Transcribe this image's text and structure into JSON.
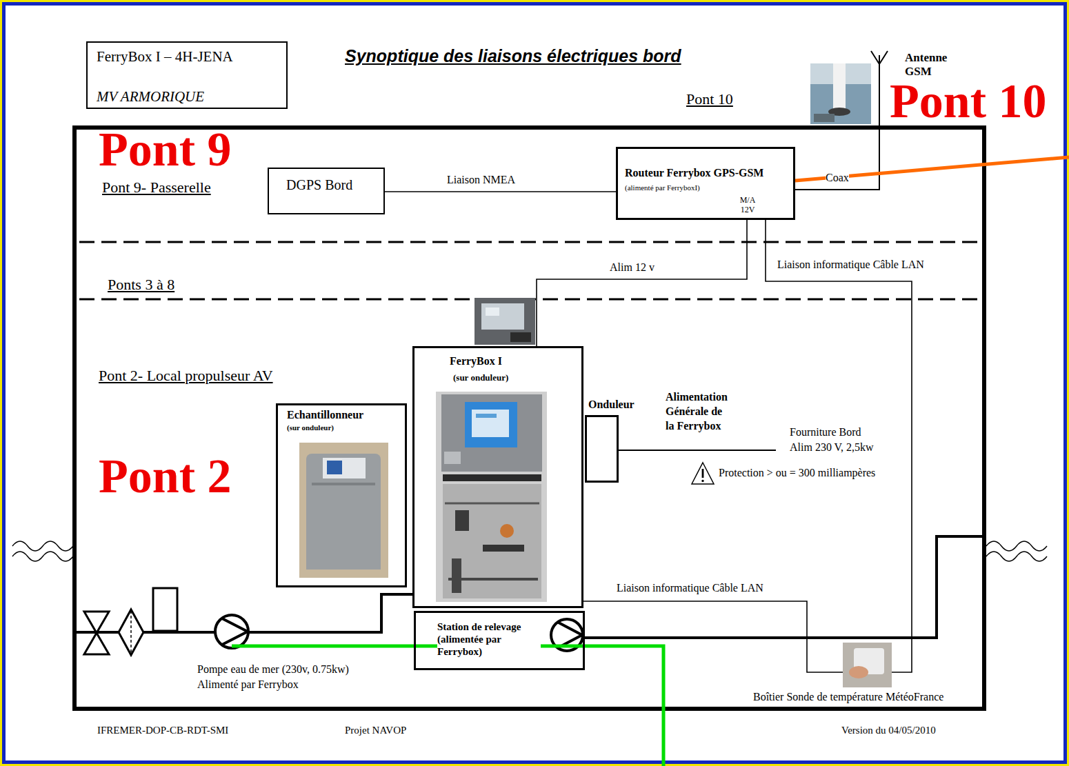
{
  "diagram": {
    "title": "Synoptique des liaisons électriques bord",
    "nodes": [
      {
        "text": [
          "FerryBox I – 4H-JENA",
          "MV ARMORIQUE"
        ]
      },
      {
        "text": [
          "DGPS Bord"
        ]
      },
      {
        "text": [
          "Routeur Ferrybox GPS-GSM",
          "(alimenté par FerryboxI)",
          "M/A 12V"
        ]
      },
      {
        "text": [
          "FerryBox I",
          "(sur onduleur)"
        ]
      },
      {
        "text": [
          "Echantillonneur",
          "(sur onduleur)"
        ]
      },
      {
        "text": [
          "Onduleur"
        ]
      },
      {
        "text": [
          "Station de relevage (alimentée par Ferrybox)"
        ]
      },
      {
        "text": [
          "Boîtier Sonde de température MétéoFrance"
        ]
      }
    ],
    "edges": [
      {
        "from": 1,
        "to": 2,
        "label": "Liaison NMEA",
        "arrow": "none"
      },
      {
        "from": 2,
        "to": 3,
        "label": "Alim 12 v",
        "arrow": "none"
      },
      {
        "from": 2,
        "to": 7,
        "label": "Liaison informatique Câble LAN",
        "arrow": "none"
      },
      {
        "from": 3,
        "to": 7,
        "label": "Liaison informatique Câble LAN",
        "arrow": "none"
      }
    ],
    "labels": [
      "Pont 10",
      "Antenne GSM",
      "Pont 10",
      "Pont 9",
      "Pont 9- Passerelle",
      "Coax",
      "Ponts 3 à 8",
      "Pont 2- Local propulseur AV",
      "Pont 2",
      "Alimentation Générale de la Ferrybox",
      "Fourniture Bord Alim 230 V, 2,5kw",
      "Protection > ou = 300 milliampères",
      "Pompe eau de mer (230v, 0.75kw) Alimenté par Ferrybox",
      "IFREMER-DOP-CB-RDT-SMI",
      "Projet NAVOP",
      "Version du 04/05/2010"
    ]
  }
}
